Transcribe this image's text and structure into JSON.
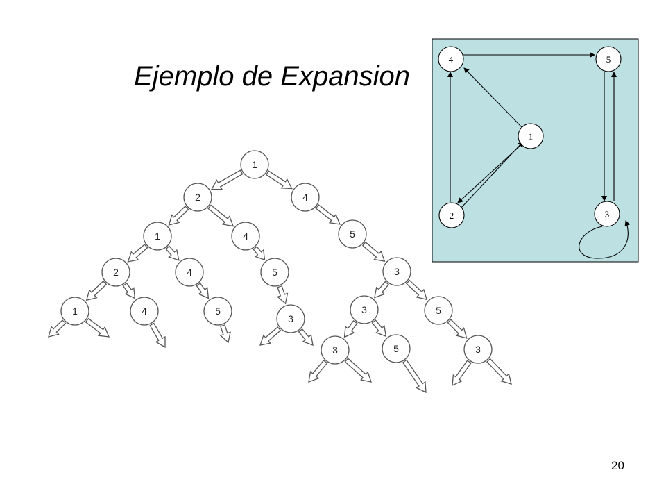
{
  "slide": {
    "title": "Ejemplo de Expansion",
    "page_number": "20"
  },
  "colors": {
    "graph_background": "#bde0e3",
    "node_fill": "#ffffff",
    "stroke": "#000000",
    "tree_stroke": "#555555"
  },
  "graph": {
    "nodes": [
      {
        "id": "1",
        "label": "1"
      },
      {
        "id": "2",
        "label": "2"
      },
      {
        "id": "3",
        "label": "3"
      },
      {
        "id": "4",
        "label": "4"
      },
      {
        "id": "5",
        "label": "5"
      }
    ],
    "edges": [
      {
        "from": "1",
        "to": "4"
      },
      {
        "from": "1",
        "to": "2"
      },
      {
        "from": "2",
        "to": "1"
      },
      {
        "from": "2",
        "to": "4"
      },
      {
        "from": "4",
        "to": "5"
      },
      {
        "from": "5",
        "to": "3"
      },
      {
        "from": "3",
        "to": "5"
      },
      {
        "from": "3",
        "to": "3"
      }
    ]
  },
  "tree": {
    "nodes": [
      {
        "id": "n1",
        "label": "1",
        "parent": null
      },
      {
        "id": "n2",
        "label": "2",
        "parent": "n1"
      },
      {
        "id": "n4",
        "label": "4",
        "parent": "n1"
      },
      {
        "id": "n2_1",
        "label": "1",
        "parent": "n2"
      },
      {
        "id": "n2_4",
        "label": "4",
        "parent": "n2"
      },
      {
        "id": "n4_5",
        "label": "5",
        "parent": "n4"
      },
      {
        "id": "n2_1_2",
        "label": "2",
        "parent": "n2_1"
      },
      {
        "id": "n2_1_4",
        "label": "4",
        "parent": "n2_1"
      },
      {
        "id": "n2_4_5",
        "label": "5",
        "parent": "n2_4"
      },
      {
        "id": "n4_5_3",
        "label": "3",
        "parent": "n4_5"
      },
      {
        "id": "n2_1_2_1",
        "label": "1",
        "parent": "n2_1_2"
      },
      {
        "id": "n2_1_2_4",
        "label": "4",
        "parent": "n2_1_2"
      },
      {
        "id": "n2_1_4_5",
        "label": "5",
        "parent": "n2_1_4"
      },
      {
        "id": "n2_4_5_3",
        "label": "3",
        "parent": "n2_4_5"
      },
      {
        "id": "n4_5_3_3",
        "label": "3",
        "parent": "n4_5_3"
      },
      {
        "id": "n4_5_3_5",
        "label": "5",
        "parent": "n4_5_3"
      },
      {
        "id": "n4_5_3_3_3",
        "label": "3",
        "parent": "n4_5_3_3"
      },
      {
        "id": "n4_5_3_3_5",
        "label": "5",
        "parent": "n4_5_3_3"
      },
      {
        "id": "n4_5_3_5_3",
        "label": "3",
        "parent": "n4_5_3_5"
      }
    ]
  }
}
